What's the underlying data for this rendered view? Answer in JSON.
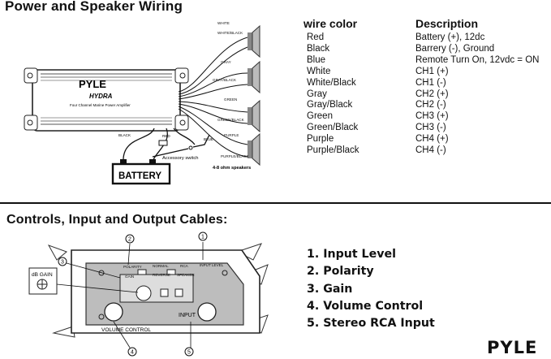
{
  "title": "Power and Speaker Wiring",
  "table": {
    "col_wire": "wire color",
    "col_desc": "Description",
    "rows": [
      {
        "color": "Red",
        "desc": "Battery (+), 12dc"
      },
      {
        "color": "Black",
        "desc": "Barrery (-), Ground"
      },
      {
        "color": "Blue",
        "desc": "Remote Turn On, 12vdc = ON"
      },
      {
        "color": "White",
        "desc": "CH1 (+)"
      },
      {
        "color": "White/Black",
        "desc": "CH1 (-)"
      },
      {
        "color": "Gray",
        "desc": "CH2 (+)"
      },
      {
        "color": "Gray/Black",
        "desc": "CH2 (-)"
      },
      {
        "color": "Green",
        "desc": "CH3 (+)"
      },
      {
        "color": "Green/Black",
        "desc": "CH3 (-)"
      },
      {
        "color": "Purple",
        "desc": "CH4 (+)"
      },
      {
        "color": "Purple/Black",
        "desc": "CH4 (-)"
      }
    ]
  },
  "wiring": {
    "logo": "PYLE",
    "model": "HYDRA",
    "subtitle": "Four Channel Marine Power Amplifier",
    "battery": "BATTERY",
    "accessory": "Accessory switch",
    "ohms": "4-8 ohm speakers",
    "w_black": "BLACK",
    "w_red": "RED",
    "w_blue": "BLUE",
    "w_white": "WHITE",
    "w_white_black": "WHITE/BLACK",
    "w_gray": "GRAY",
    "w_gray_black": "GRAY/BLACK",
    "w_green": "GREEN",
    "w_green_black": "GREEN/BLACK",
    "w_purple": "PURPLE",
    "w_purple_black": "PURPLE/BLACK"
  },
  "section2_title": "Controls, Input and Output Cables:",
  "controls_panel": {
    "db_gain": "dB GAIN",
    "polarity": "POLARITY",
    "gain": "GAIN",
    "normal": "NORMAL",
    "reverse": "REVERSE",
    "rca": "RCA",
    "speaker": "SPEAKER",
    "input_level": "INPUT LEVEL",
    "volume_control": "VOLUME CONTROL",
    "input": "INPUT",
    "callouts": [
      "1",
      "2",
      "3",
      "4",
      "5"
    ]
  },
  "controls_list": [
    "1. Input Level",
    "2. Polarity",
    "3. Gain",
    "4. Volume Control",
    "5. Stereo RCA Input"
  ],
  "brand_logo": "PYLE"
}
